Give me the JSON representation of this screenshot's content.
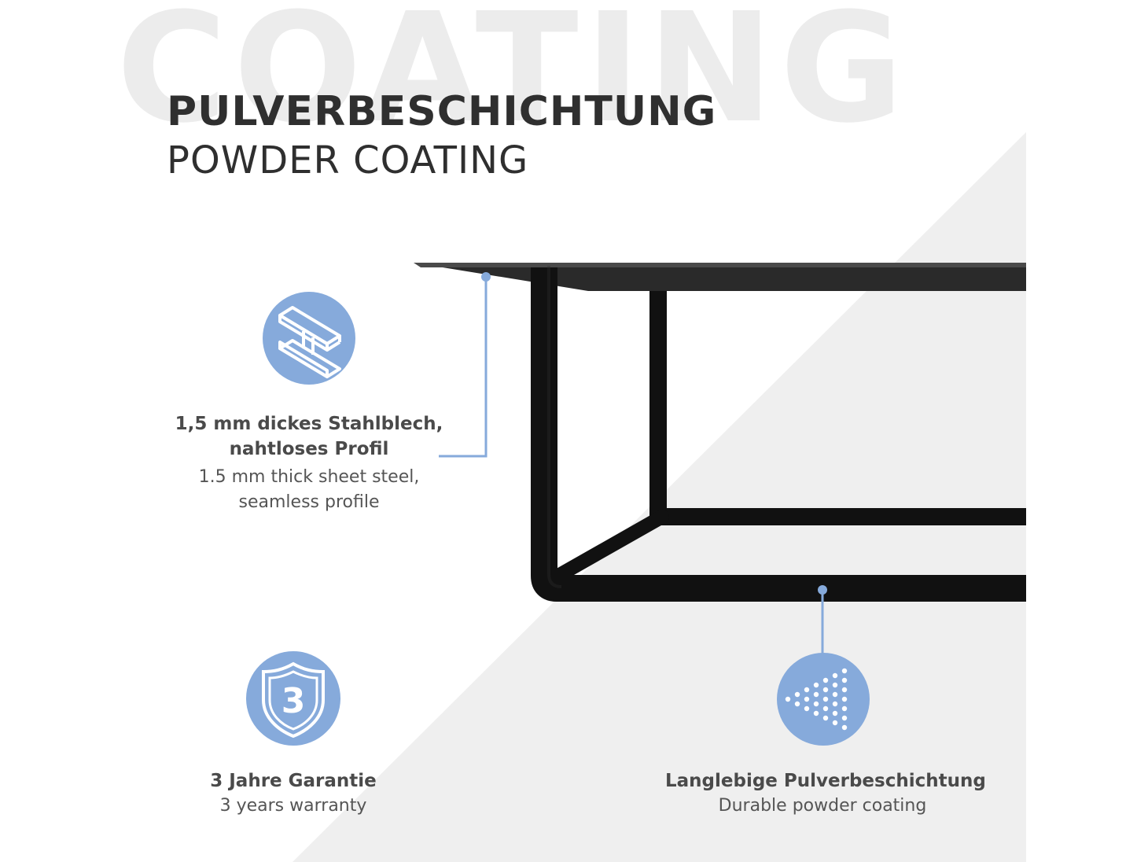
{
  "watermark": "COATING",
  "title": {
    "de": "PULVERBESCHICHTUNG",
    "en": "POWDER COATING"
  },
  "features": {
    "steel": {
      "icon": "i-beam-icon",
      "de_line1": "1,5 mm dickes Stahlblech,",
      "de_line2": "nahtloses Profil",
      "en_line1": "1.5 mm thick sheet steel,",
      "en_line2": "seamless profile"
    },
    "warranty": {
      "icon": "shield-icon",
      "badge": "3",
      "de": "3 Jahre Garantie",
      "en": "3 years warranty"
    },
    "coating": {
      "icon": "spray-icon",
      "de": "Langlebige Pulverbeschichtung",
      "en": "Durable powder coating"
    }
  },
  "colors": {
    "accent": "#86aadb",
    "background_panel": "#efefef",
    "frame": "#111111"
  }
}
